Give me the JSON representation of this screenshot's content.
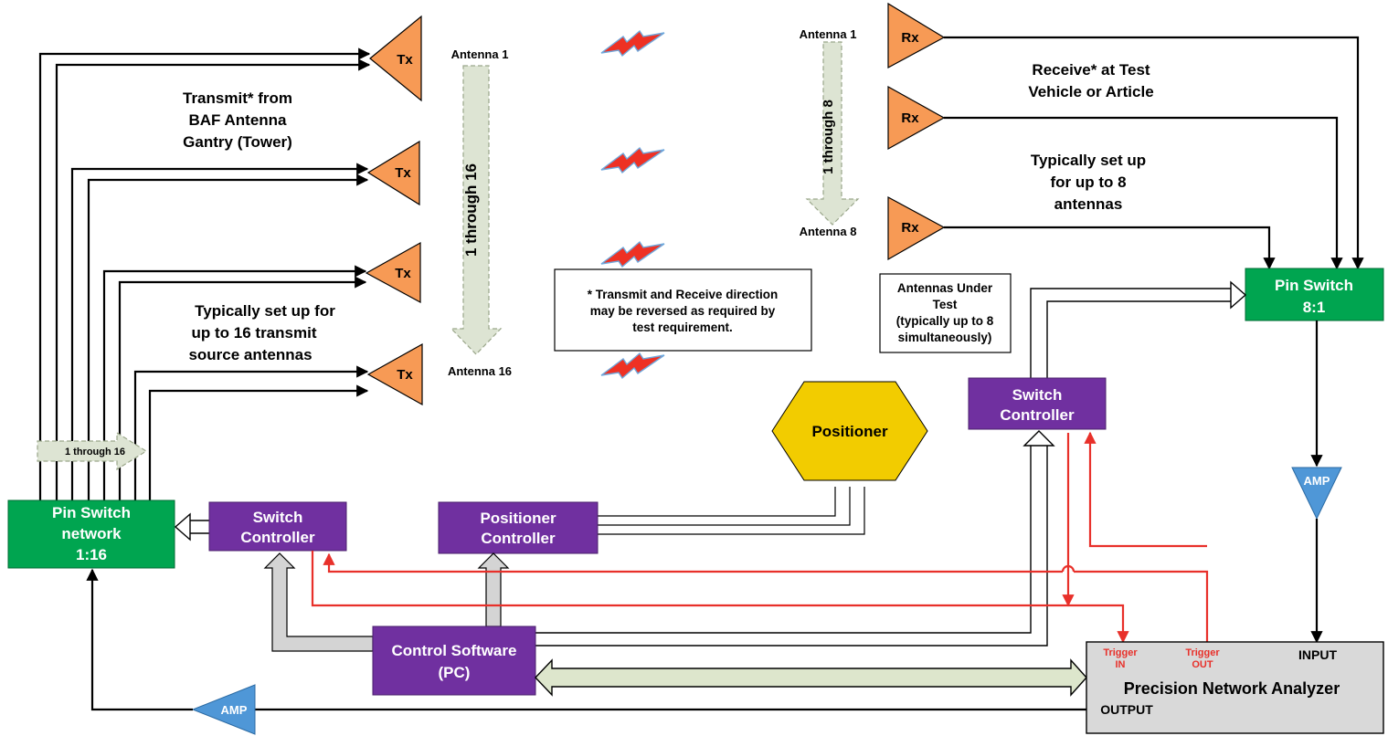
{
  "tx_antennas": [
    "Tx",
    "Tx",
    "Tx",
    "Tx"
  ],
  "rx_antennas": [
    "Rx",
    "Rx",
    "Rx"
  ],
  "labels": {
    "tx_antenna_first": "Antenna 1",
    "tx_antenna_last": "Antenna 16",
    "rx_antenna_first": "Antenna 1",
    "rx_antenna_last": "Antenna 8",
    "tx_range": "1 through 16",
    "rx_range": "1 through 8",
    "switch_range": "1 through 16"
  },
  "text_blocks": {
    "transmit": [
      "Transmit* from",
      "BAF Antenna",
      "Gantry (Tower)"
    ],
    "tx_setup": [
      "Typically set up for",
      "up to 16 transmit",
      "source  antennas"
    ],
    "receive": [
      "Receive* at Test",
      "Vehicle or Article"
    ],
    "rx_setup": [
      "Typically set up",
      "for up to 8",
      "antennas"
    ],
    "note": [
      "* Transmit and Receive direction",
      "may be reversed as required by",
      "test requirement."
    ],
    "aut": [
      "Antennas Under",
      "Test",
      "(typically up to 8",
      "simultaneously)"
    ]
  },
  "blocks": {
    "pin_switch_network": [
      "Pin Switch",
      "network",
      "1:16"
    ],
    "switch_controller_left": [
      "Switch",
      "Controller"
    ],
    "switch_controller_right": [
      "Switch",
      "Controller"
    ],
    "positioner_controller": [
      "Positioner",
      "Controller"
    ],
    "positioner": "Positioner",
    "control_software": [
      "Control Software",
      "(PC)"
    ],
    "pin_switch_8": [
      "Pin Switch",
      "8:1"
    ],
    "amp_receive": "AMP",
    "amp_transmit": "AMP"
  },
  "pna": {
    "title": "Precision Network Analyzer",
    "trigger_in": [
      "Trigger",
      "IN"
    ],
    "trigger_out": [
      "Trigger",
      "OUT"
    ],
    "input": "INPUT",
    "output": "OUTPUT"
  }
}
